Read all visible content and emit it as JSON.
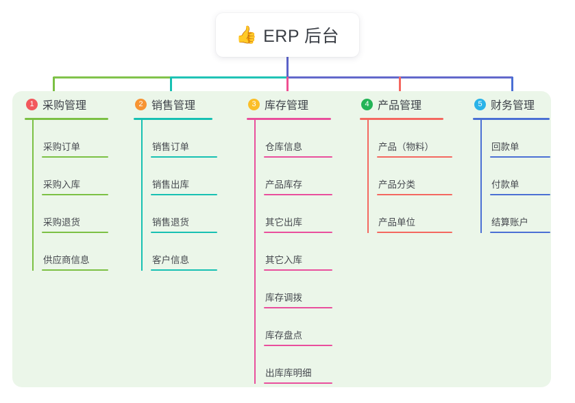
{
  "root": {
    "icon": "thumbs-up-icon",
    "emoji": "👍",
    "title": "ERP 后台"
  },
  "colors": {
    "panel_bg": "#ebf6e9",
    "root_bg": "#ffffff",
    "trunk": "#5b62c9",
    "bar_left": "#7bc043",
    "bar_mid": "#15bfb0",
    "bar_right": "#5b62c9"
  },
  "branches": [
    {
      "index": "1",
      "title": "采购管理",
      "badge_color": "#f2585c",
      "line_color": "#7bc043",
      "drop_color": "#7bc043",
      "items": [
        "采购订单",
        "采购入库",
        "采购退货",
        "供应商信息"
      ]
    },
    {
      "index": "2",
      "title": "销售管理",
      "badge_color": "#f79433",
      "line_color": "#16c0b2",
      "drop_color": "#16c0b2",
      "items": [
        "销售订单",
        "销售出库",
        "销售退货",
        "客户信息"
      ]
    },
    {
      "index": "3",
      "title": "库存管理",
      "badge_color": "#fbbe28",
      "line_color": "#e94e9c",
      "drop_color": "#ef4f91",
      "items": [
        "仓库信息",
        "产品库存",
        "其它出库",
        "其它入库",
        "库存调拨",
        "库存盘点",
        "出库库明细"
      ]
    },
    {
      "index": "4",
      "title": "产品管理",
      "badge_color": "#23b457",
      "line_color": "#f4675f",
      "drop_color": "#f4675f",
      "items": [
        "产品（物料）",
        "产品分类",
        "产品单位"
      ]
    },
    {
      "index": "5",
      "title": "财务管理",
      "badge_color": "#2ab3e8",
      "line_color": "#4a6fd4",
      "drop_color": "#4a6fd4",
      "items": [
        "回款单",
        "付款单",
        "结算账户"
      ]
    }
  ]
}
